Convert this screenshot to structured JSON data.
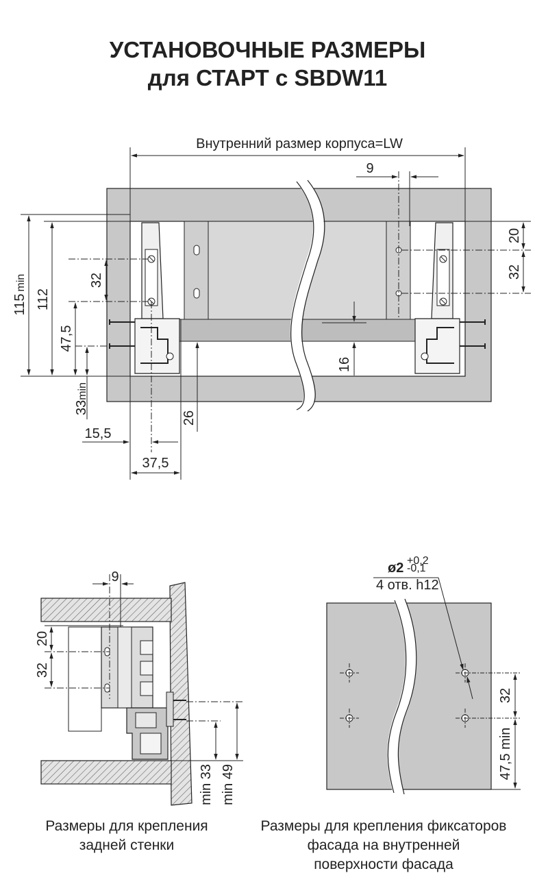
{
  "title": {
    "line1": "УСТАНОВОЧНЫЕ РАЗМЕРЫ",
    "line2": "для СТАРТ с SBDW11"
  },
  "main_view": {
    "lw_label": "Внутренний размер корпуса=LW",
    "dim_9": "9",
    "dim_20": "20",
    "dim_32_right": "32",
    "dim_32_left": "32",
    "dim_115": "115",
    "dim_115_suffix": "min",
    "dim_112": "112",
    "dim_47_5": "47,5",
    "dim_33": "33",
    "dim_33_suffix": "min",
    "dim_16": "16",
    "dim_26": "26",
    "dim_15_5": "15,5",
    "dim_37_5": "37,5"
  },
  "back_view": {
    "dim_9": "9",
    "dim_20": "20",
    "dim_32": "32",
    "dim_min33": "min 33",
    "dim_min49": "min 49",
    "caption_line1": "Размеры для крепления",
    "caption_line2": "задней стенки"
  },
  "front_view": {
    "diameter_label": "ø2",
    "tol_plus": "+0,2",
    "tol_minus": "-0,1",
    "holes_label": "4 отв. h12",
    "dim_32": "32",
    "dim_47_5": "47,5 min",
    "caption_line1": "Размеры для крепления фиксаторов",
    "caption_line2": "фасада на внутренней",
    "caption_line3": "поверхности фасада"
  },
  "colors": {
    "panel_gray": "#c8c8c8",
    "line": "#222222",
    "background": "#ffffff"
  }
}
